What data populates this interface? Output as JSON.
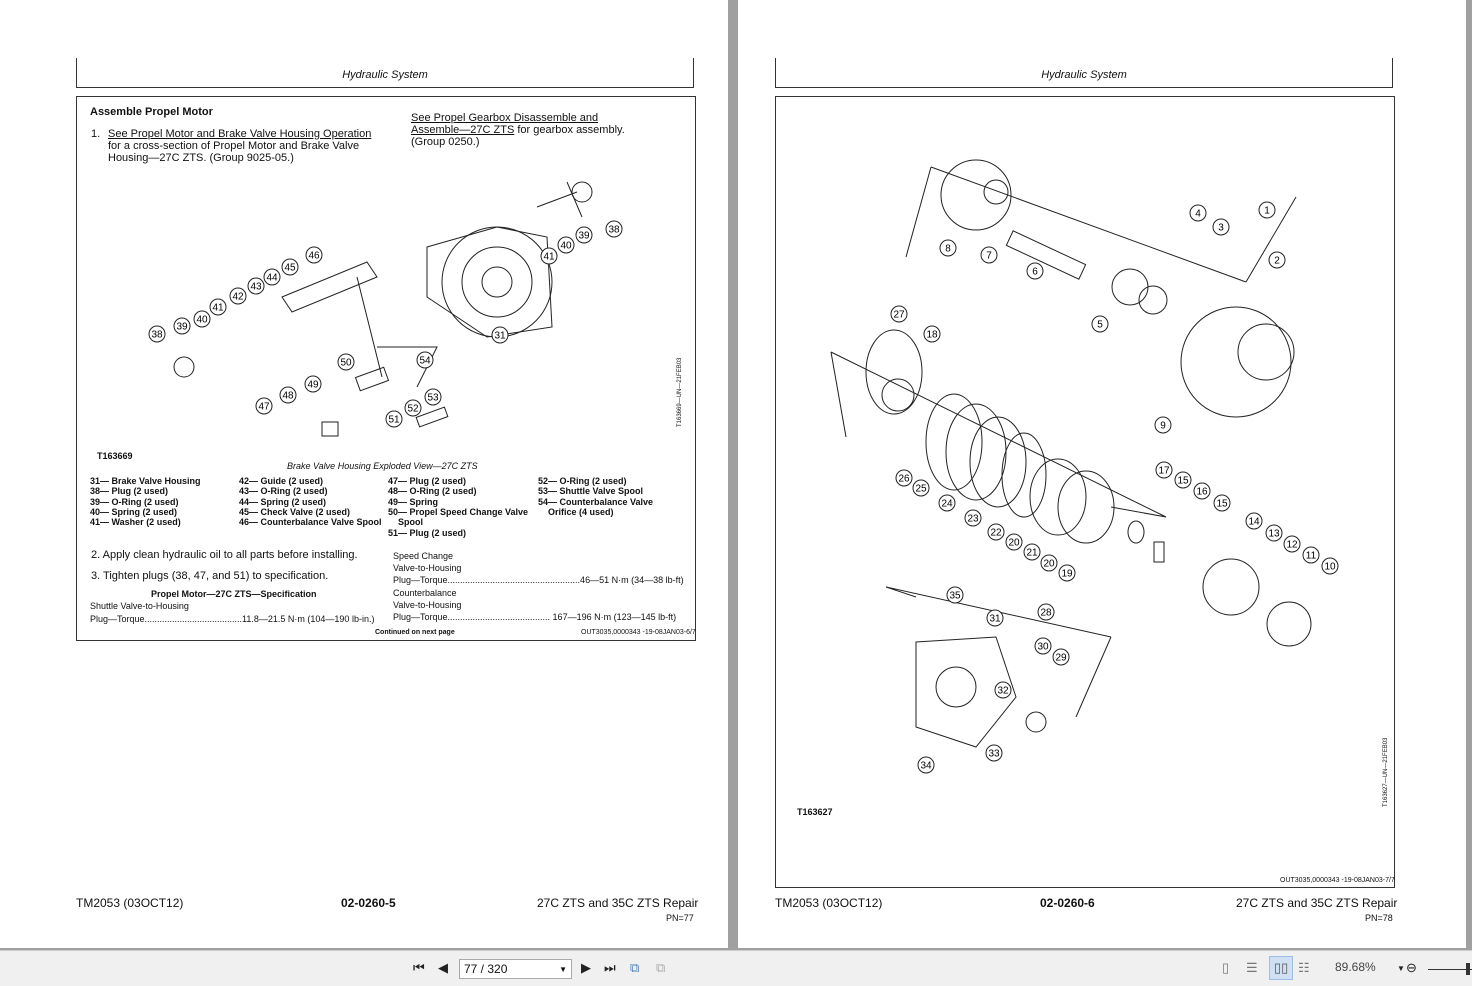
{
  "left_page": {
    "header": "Hydraulic System",
    "title": "Assemble Propel Motor",
    "step1_num": "1.",
    "step1_link": "See Propel Motor and Brake Valve Housing Operation",
    "step1_text_a": "for a cross-section of Propel Motor and Brake Valve",
    "step1_text_b": "Housing—27C ZTS. (Group 9025-05.)",
    "see_link_a": "See Propel Gearbox Disassemble and",
    "see_link_b": "Assemble—27C ZTS",
    "see_text_b": " for gearbox assembly.",
    "see_text_c": "(Group 0250.)",
    "figure_id": "T163669",
    "figure_side_id": "T163669—UN—21FEB03",
    "caption": "Brake Valve Housing Exploded View—27C ZTS",
    "callouts": [
      "46",
      "45",
      "44",
      "43",
      "42",
      "41",
      "40",
      "39",
      "38",
      "31",
      "50",
      "54",
      "49",
      "48",
      "47",
      "53",
      "52",
      "51",
      "41",
      "40",
      "39",
      "38"
    ],
    "legend": [
      [
        "31— Brake Valve Housing",
        "38— Plug (2 used)",
        "39— O-Ring (2 used)",
        "40— Spring (2 used)",
        "41— Washer (2 used)"
      ],
      [
        "42— Guide (2 used)",
        "43— O-Ring (2 used)",
        "44— Spring (2 used)",
        "45— Check Valve (2 used)",
        "46— Counterbalance Valve Spool"
      ],
      [
        "47— Plug (2 used)",
        "48— O-Ring (2 used)",
        "49— Spring",
        "50— Propel Speed Change Valve",
        "    Spool",
        "51— Plug (2 used)"
      ],
      [
        "52— O-Ring (2 used)",
        "53— Shuttle Valve Spool",
        "54— Counterbalance Valve",
        "    Orifice (4 used)"
      ]
    ],
    "step2": "2.  Apply clean hydraulic oil to all parts before installing.",
    "step3": "3.  Tighten plugs (38, 47, and 51) to specification.",
    "spec_title": "Propel Motor—27C ZTS—Specification",
    "spec1_a": "Shuttle Valve-to-Housing",
    "spec1_b": "Plug—Torque.......................................11.8—21.5 N·m (104—190 lb-in.)",
    "spec2_a": "Speed Change",
    "spec2_b": "Valve-to-Housing",
    "spec2_c": "Plug—Torque.....................................................46—51 N·m (34—38 lb-ft)",
    "spec3_a": "Counterbalance",
    "spec3_b": "Valve-to-Housing",
    "spec3_c": "Plug—Torque......................................... 167—196 N·m (123—145 lb-ft)",
    "continued": "Continued on next page",
    "ref": "OUT3035,0000343 -19-08JAN03-6/7",
    "footer_left": "TM2053 (03OCT12)",
    "footer_center": "02-0260-5",
    "footer_right": "27C ZTS and 35C ZTS Repair",
    "footer_pn": "PN=77"
  },
  "right_page": {
    "header": "Hydraulic System",
    "figure_id": "T163627",
    "figure_side_id": "T163627—UN—21FEB03",
    "callouts": [
      "8",
      "7",
      "6",
      "5",
      "4",
      "3",
      "1",
      "2",
      "27",
      "18",
      "9",
      "17",
      "15",
      "16",
      "15",
      "14",
      "13",
      "12",
      "11",
      "10",
      "26",
      "25",
      "24",
      "23",
      "22",
      "20",
      "21",
      "20",
      "19",
      "35",
      "31",
      "28",
      "30",
      "29",
      "32",
      "33",
      "34"
    ],
    "ref": "OUT3035,0000343 -19-08JAN03-7/7",
    "footer_left": "TM2053 (03OCT12)",
    "footer_center": "02-0260-6",
    "footer_right": "27C ZTS and 35C ZTS Repair",
    "footer_pn": "PN=78"
  },
  "toolbar": {
    "page_value": "77 / 320",
    "zoom_value": "89.68%"
  }
}
